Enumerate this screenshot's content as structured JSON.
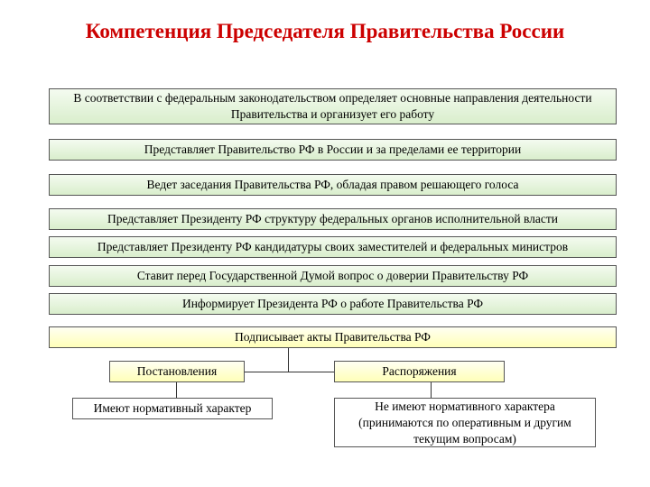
{
  "title": "Компетенция Председателя Правительства России",
  "powers": [
    "В соответствии с федеральным законодательством  определяет основные направления деятельности Правительства и организует его работу",
    "Представляет Правительство РФ в России и за пределами ее территории",
    "Ведет заседания Правительства РФ, обладая правом решающего голоса",
    "Представляет Президенту РФ структуру федеральных органов исполнительной власти",
    "Представляет Президенту РФ кандидатуры своих заместителей и федеральных министров",
    "Ставит перед Государственной Думой вопрос о доверии Правительству РФ",
    "Информирует Президента РФ о работе Правительства РФ"
  ],
  "acts": {
    "label": "Подписывает акты Правительства РФ",
    "types": [
      {
        "label": "Постановления",
        "description": "Имеют нормативный характер"
      },
      {
        "label": "Распоряжения",
        "description": "Не имеют нормативного характера (принимаются по оперативным и другим текущим вопросам)"
      }
    ]
  },
  "colors": {
    "title": "#cc0000",
    "green_box": "#d9eecc",
    "yellow_box": "#ffffb8"
  }
}
